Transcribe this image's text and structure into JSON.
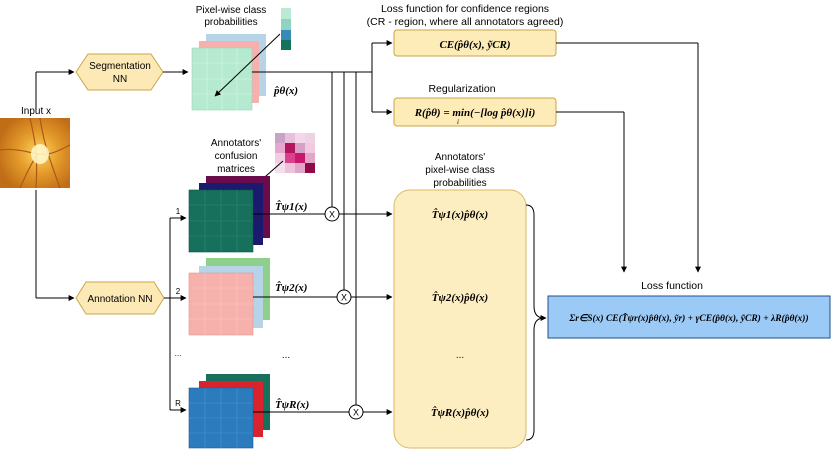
{
  "input": {
    "label": "Input x"
  },
  "segmentation": {
    "label_line1": "Segmentation",
    "label_line2": "NN"
  },
  "annotation_nn": {
    "label": "Annotation NN"
  },
  "pixel_probs": {
    "line1": "Pixel-wise class",
    "line2": "probabilities",
    "output": "p̂θ(x)"
  },
  "loss_cr": {
    "line1": "Loss function for confidence regions",
    "line2": "(CR - region, where all annotators agreed)",
    "formula": "CE(p̂θ(x), ỹCR)"
  },
  "regularization": {
    "title": "Regularization",
    "formula": "R(p̂θ) = min(−[log p̂θ(x)]i)",
    "subscript": "i"
  },
  "confusion": {
    "line1": "Annotators'",
    "line2": "confusion",
    "line3": "matrices"
  },
  "annotator_probs": {
    "line1": "Annotators'",
    "line2": "pixel-wise class",
    "line3": "probabilities"
  },
  "branches": [
    {
      "index": "1",
      "matrix": "T̂ψ1(x)",
      "product": "T̂ψ1(x)p̂θ(x)"
    },
    {
      "index": "2",
      "matrix": "T̂ψ2(x)",
      "product": "T̂ψ2(x)p̂θ(x)"
    },
    {
      "index": "R",
      "matrix": "T̂ψR(x)",
      "product": "T̂ψR(x)p̂θ(x)"
    }
  ],
  "ellipsis": {
    "branch": "...",
    "matrix": "...",
    "product": "..."
  },
  "multiply_symbol": "X",
  "loss_function": {
    "title": "Loss function",
    "formula": "Σr∈S(x) CE(T̂ψr(x)p̂θ(x), ỹr) + γCE(p̂θ(x), ỹCR) + λR(p̂θ(x))"
  },
  "colors": {
    "seg_fill": "#fde9b6",
    "seg_stroke": "#c9a64a",
    "formula_fill": "#fdecb7",
    "loss_fill": "#9ccaf7",
    "loss_stroke": "#1d4f8b",
    "panel_fill": "#fdeec2",
    "green_dark": "#16705b",
    "navy": "#1a1a6e",
    "purple": "#6a0b4c",
    "pink": "#f6b1ac",
    "light_blue": "#b7d3e8",
    "light_green": "#8fcf8c",
    "mint": "#b6ead0",
    "red": "#d9232e",
    "blue": "#2c7bbd"
  }
}
